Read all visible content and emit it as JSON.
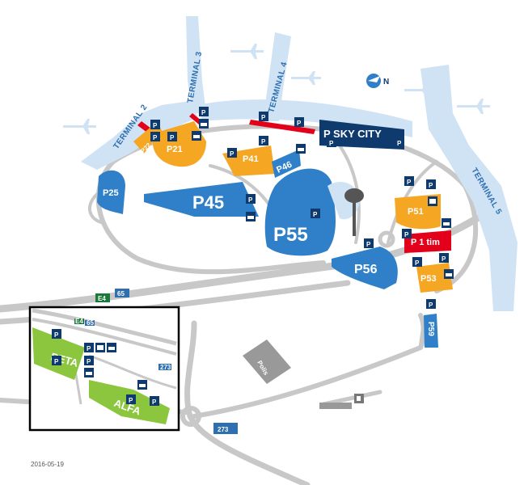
{
  "terminals": {
    "t2": "TERMINAL 2",
    "t3": "TERMINAL 3",
    "t4": "TERMINAL 4",
    "t5": "TERMINAL 5"
  },
  "parking": {
    "p21": "P21",
    "p22": "P22",
    "p25": "P25",
    "p41": "P41",
    "p45": "P45",
    "p46": "P46",
    "p51": "P51",
    "p53": "P53",
    "p55": "P55",
    "p56": "P56",
    "p59": "P59",
    "p1tim": "P 1 tim",
    "skycity": "P SKY CITY",
    "beta": "BETA",
    "alfa": "ALFA"
  },
  "roads": {
    "e4": "E4",
    "r65": "65",
    "r273": "273",
    "r273_inset": "273",
    "e4_inset": "E4",
    "r65_inset": "65"
  },
  "buildings": {
    "polis": "Polis"
  },
  "compass": {
    "north": "N"
  },
  "date": "2016-05-19",
  "colors": {
    "blue": "#2f80c8",
    "orange": "#f5a623",
    "red": "#e2001a",
    "navy": "#0f3a6e",
    "green": "#8cc63f",
    "road": "#c8c8c8",
    "terminal": "#cfe3f5"
  },
  "icons": {
    "parking_pay": "parking-pay-icon",
    "parking_check": "parking-check-icon",
    "car": "car-icon",
    "bus": "bus-icon",
    "fuel": "fuel-icon",
    "plane": "plane-icon",
    "compass": "compass-icon"
  }
}
